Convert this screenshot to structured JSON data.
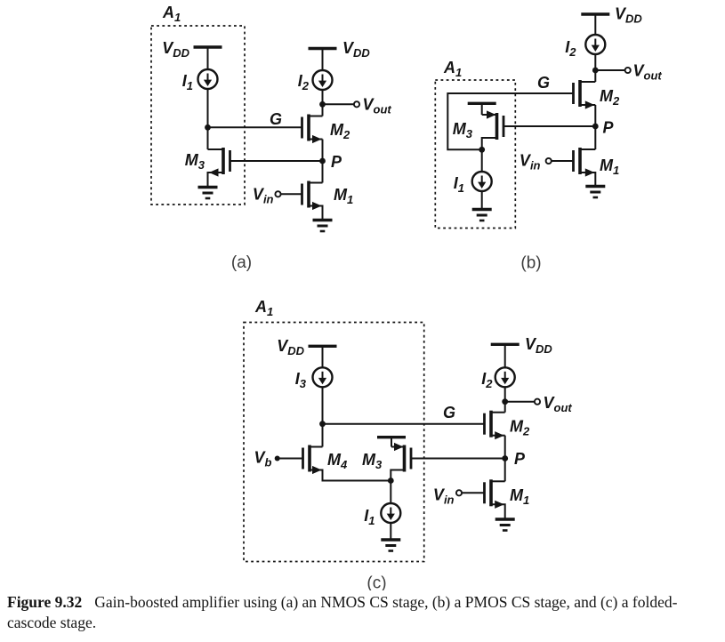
{
  "figure": {
    "caption_label": "Figure 9.32",
    "caption_text": "Gain-boosted amplifier using (a) an NMOS CS stage, (b) a PMOS CS stage, and (c) a folded-cascode stage."
  },
  "panel_tags": {
    "a": "(a)",
    "b": "(b)",
    "c": "(c)"
  },
  "symbols": {
    "A1": {
      "base": "A",
      "sub": "1"
    },
    "VDD": {
      "base": "V",
      "sub": "DD"
    },
    "Vout": {
      "base": "V",
      "sub": "out"
    },
    "Vin": {
      "base": "V",
      "sub": "in"
    },
    "Vb": {
      "base": "V",
      "sub": "b"
    },
    "I1": {
      "base": "I",
      "sub": "1"
    },
    "I2": {
      "base": "I",
      "sub": "2"
    },
    "I3": {
      "base": "I",
      "sub": "3"
    },
    "M1": {
      "base": "M",
      "sub": "1"
    },
    "M2": {
      "base": "M",
      "sub": "2"
    },
    "M3": {
      "base": "M",
      "sub": "3"
    },
    "M4": {
      "base": "M",
      "sub": "4"
    },
    "G": "G",
    "P": "P"
  },
  "colors": {
    "ink": "#141414",
    "panel_tag": "#3d3d3d",
    "background": "#ffffff"
  }
}
